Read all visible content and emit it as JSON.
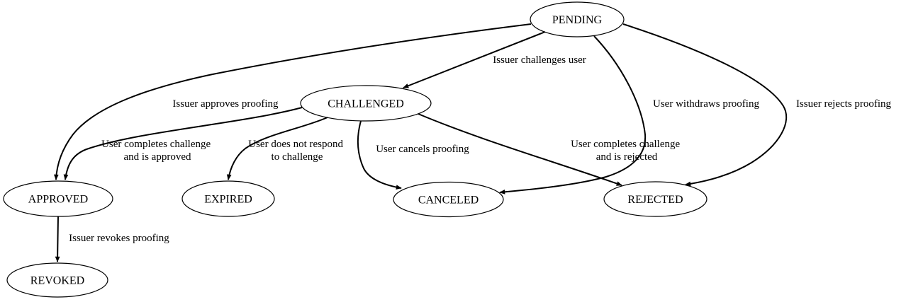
{
  "diagram": {
    "type": "state-transition-diagram",
    "background_color": "#ffffff",
    "line_color": "#000000",
    "node_fill_color": "#ffffff",
    "nodes": [
      {
        "id": "pending",
        "label": "PENDING"
      },
      {
        "id": "challenged",
        "label": "CHALLENGED"
      },
      {
        "id": "approved",
        "label": "APPROVED"
      },
      {
        "id": "expired",
        "label": "EXPIRED"
      },
      {
        "id": "canceled",
        "label": "CANCELED"
      },
      {
        "id": "rejected",
        "label": "REJECTED"
      },
      {
        "id": "revoked",
        "label": "REVOKED"
      }
    ],
    "edges": [
      {
        "from": "PENDING",
        "to": "CHALLENGED",
        "label": "Issuer challenges user",
        "lines": [
          "Issuer challenges user"
        ]
      },
      {
        "from": "PENDING",
        "to": "APPROVED",
        "label": "Issuer approves proofing",
        "lines": [
          "Issuer approves proofing"
        ]
      },
      {
        "from": "PENDING",
        "to": "CANCELED",
        "label": "User withdraws proofing",
        "lines": [
          "User withdraws proofing"
        ]
      },
      {
        "from": "PENDING",
        "to": "REJECTED",
        "label": "Issuer rejects proofing",
        "lines": [
          "Issuer rejects proofing"
        ]
      },
      {
        "from": "CHALLENGED",
        "to": "APPROVED",
        "label": "User completes challenge and is approved",
        "lines": [
          "User completes challenge",
          "and is approved"
        ]
      },
      {
        "from": "CHALLENGED",
        "to": "EXPIRED",
        "label": "User does not respond to challenge",
        "lines": [
          "User does not respond",
          "to challenge"
        ]
      },
      {
        "from": "CHALLENGED",
        "to": "CANCELED",
        "label": "User cancels proofing",
        "lines": [
          "User cancels proofing"
        ]
      },
      {
        "from": "CHALLENGED",
        "to": "REJECTED",
        "label": "User completes challenge and is rejected",
        "lines": [
          "User completes challenge",
          "and is rejected"
        ]
      },
      {
        "from": "APPROVED",
        "to": "REVOKED",
        "label": "Issuer revokes proofing",
        "lines": [
          "Issuer revokes proofing"
        ]
      }
    ]
  }
}
